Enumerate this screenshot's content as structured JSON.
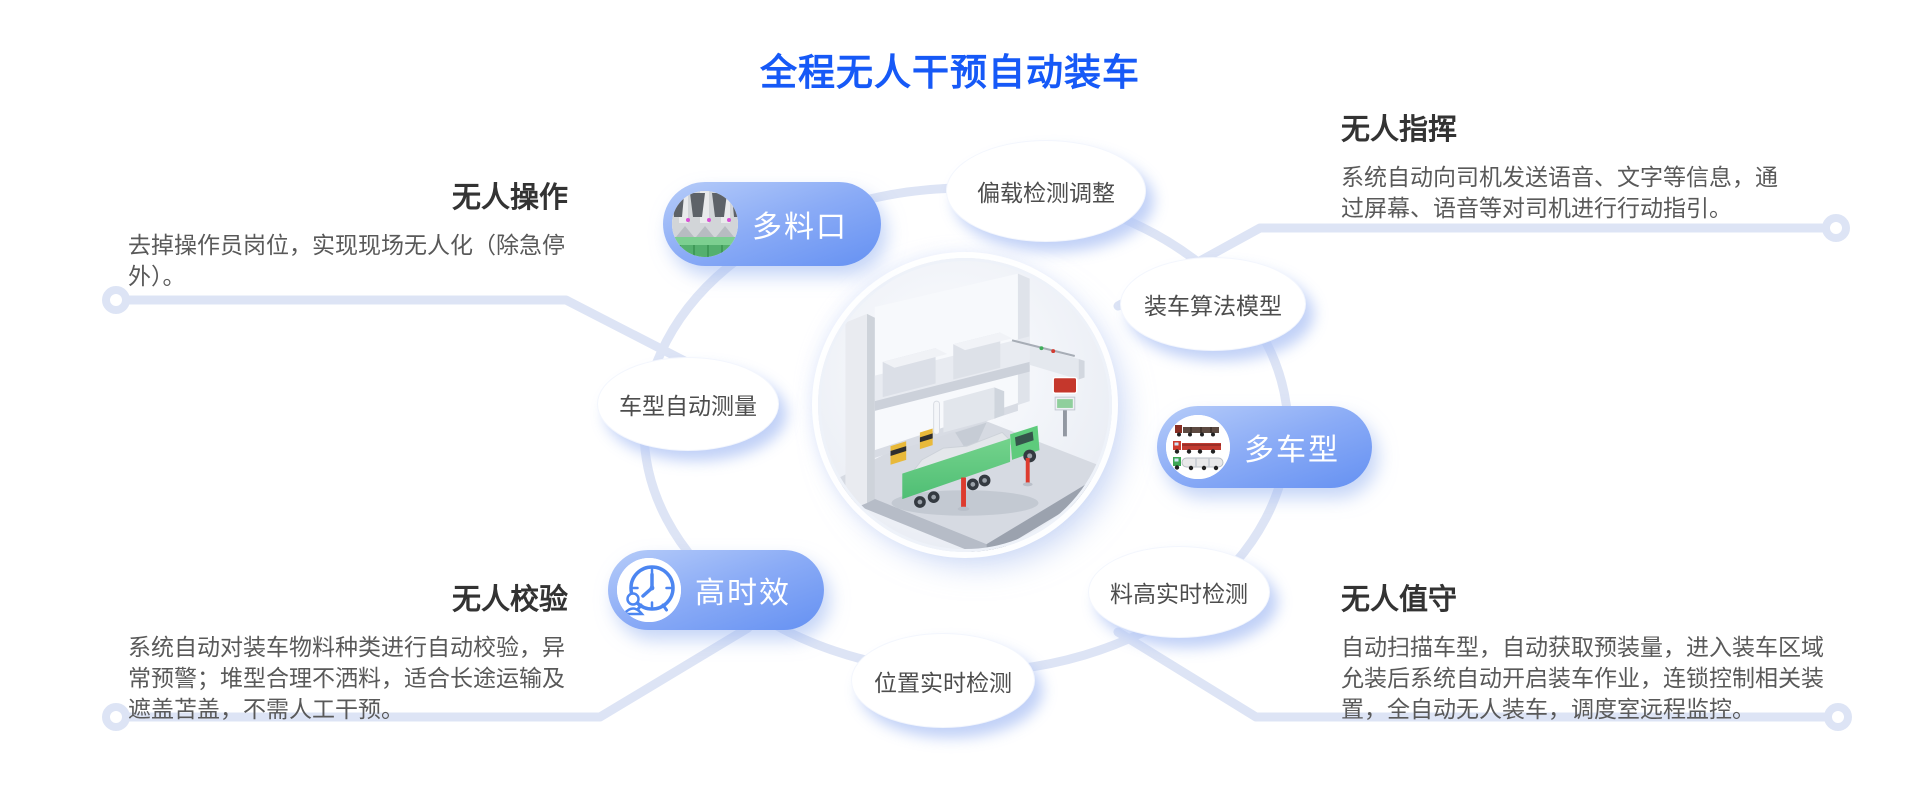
{
  "title": "全程无人干预自动装车",
  "sections": {
    "operate": {
      "heading": "无人操作",
      "body": "去掉操作员岗位，实现现场无人化（除急停\n外）。"
    },
    "command": {
      "heading": "无人指挥",
      "body": "系统自动向司机发送语音、文字等信息，通\n过屏幕、语音等对司机进行行动指引。"
    },
    "verify": {
      "heading": "无人校验",
      "body": "系统自动对装车物料种类进行自动校验，异\n常预警；堆型合理不洒料，适合长途运输及\n遮盖苫盖，不需人工干预。"
    },
    "standby": {
      "heading": "无人值守",
      "body": "自动扫描车型，自动获取预装量，进入装车区域\n允装后系统自动开启装车作业，连锁控制相关装\n置，全自动无人装车，调度室远程监控。"
    }
  },
  "bubbles": {
    "offload": "偏载检测调整",
    "algorithm": "装车算法模型",
    "measure": "车型自动测量",
    "height": "料高实时检测",
    "position": "位置实时检测"
  },
  "pills": {
    "outlets": "多料口",
    "trucks": "多车型",
    "efficiency": "高时效"
  },
  "icons": {
    "outlets": "multi-outlet-photo-icon",
    "trucks": "multi-truck-types-icon",
    "efficiency": "clock-person-icon"
  },
  "colors": {
    "title_blue": "#1659f7",
    "heading_dark": "#333333",
    "body_gray": "#595959",
    "bubble_text": "#4d4d4d",
    "connector_line": "#dde4f5",
    "pill_start": "#b6ccf9",
    "pill_end": "#6591f2"
  }
}
